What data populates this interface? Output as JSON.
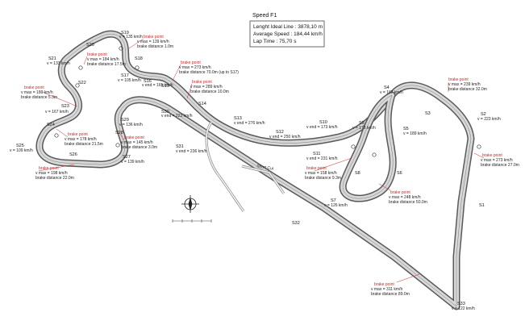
{
  "info": {
    "title": "Speed F1",
    "line1": "Lenght  Ideal Line : 3878,10 m",
    "line2": "Average Speed : 184,44 km/h",
    "line3": "Lap Time : 75,70 s"
  },
  "brake_label": "brake point",
  "segments": {
    "S1": "S1",
    "S2": "S2",
    "S3": "S3",
    "S4": "S4",
    "S5": "S5",
    "S6": "S6",
    "S7": "S7",
    "S8": "S8",
    "S9": "S9",
    "S10": "S10",
    "S11": "S11",
    "S12": "S12",
    "S13": "S13",
    "S14": "S14",
    "S15": "S15",
    "S16": "S16",
    "S17": "S17",
    "S18": "S18",
    "S19": "S19",
    "S20": "S20",
    "S21": "S21",
    "S22": "S22",
    "S23": "S23",
    "S24": "S24",
    "S25": "S25",
    "S26": "S26",
    "S27": "S27",
    "S28": "S28",
    "S29": "S29",
    "S30": "S30",
    "S31": "S31",
    "S32": "S32",
    "S33": "S33"
  },
  "speeds": {
    "s19": "v = 135 km/h",
    "s21": "v = 133 km/h",
    "s17": "v = 105 km/h",
    "s16": "v end = 165 km/h",
    "s23": "v = 167 km/h",
    "s29": "v = 136 km/h",
    "s30": "v end = 223 km/h",
    "s13": "v end = 276 km/h",
    "s12": "v end = 250 km/h",
    "s10": "v end = 173 km/h",
    "s9": "v = 178 km/h",
    "s4": "v = 167 km/h",
    "s5": "v = 189 km/h",
    "s2": "v = 223 km/h",
    "s11": "v end = 231 km/h",
    "s31": "v end = 236 km/h",
    "s27": "v = 139 km/h",
    "s25": "v = 109 km/h",
    "s7": "v = 126 km/h",
    "s33": "v = 122 km/h"
  },
  "brakes": {
    "b19": {
      "vmax": "v max = 139 km/h",
      "dist": "brake distance 1.0m"
    },
    "b20": {
      "vmax": "v max = 184 km/h",
      "dist": "brake distance 17.5m"
    },
    "b18": {
      "vmax": "v max = 273 km/h",
      "dist": "brake distance 70.0m (up to S17)"
    },
    "b16": {
      "vmax": "v max = 289 km/h",
      "dist": "brake distance 10.0m"
    },
    "b22": {
      "vmax": "v max = 180 km/h",
      "dist": "brake distance 5.3m"
    },
    "b24": {
      "vmax": "v max = 178 km/h",
      "dist": "brake distance 21.5m"
    },
    "b28": {
      "vmax": "v max = 145 km/h",
      "dist": "brake distance 3.0m"
    },
    "b26": {
      "vmax": "v max = 198 km/h",
      "dist": "brake distance 22.0m"
    },
    "b3": {
      "vmax": "v max = 239 km/h",
      "dist": "brake distance 32.0m"
    },
    "b1": {
      "vmax": "v max = 273 km/h",
      "dist": "brake distance 27.0m"
    },
    "b8": {
      "vmax": "v max = 158 km/h",
      "dist": "brake distance 9.3m"
    },
    "b6": {
      "vmax": "v max = 248 km/h",
      "dist": "brake distance 50.0m"
    },
    "b32": {
      "vmax": "v max = 311 km/h",
      "dist": "brake distance 89.0m"
    }
  },
  "pit_label": "Short Cut"
}
